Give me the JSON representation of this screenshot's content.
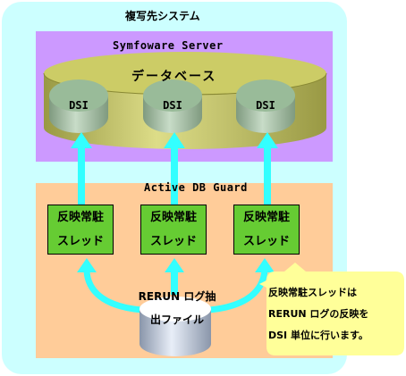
{
  "outer_title": "複写先システム",
  "server_title": "Symfoware Server",
  "database_title": "データベース",
  "dsi_labels": [
    "DSI",
    "DSI",
    "DSI"
  ],
  "guard_title": "Active DB Guard",
  "threads": [
    {
      "line1": "反映常駐",
      "line2": "スレッド"
    },
    {
      "line1": "反映常駐",
      "line2": "スレッド"
    },
    {
      "line1": "反映常駐",
      "line2": "スレッド"
    }
  ],
  "log_file": {
    "line1": "RERUN ログ抽",
    "line2": "出ファイル"
  },
  "callout": {
    "line1": "反映常駐スレッドは",
    "line2": "RERUN ログの反映を",
    "line3": "DSI 単位に行います。"
  },
  "colors": {
    "outer_bg": "#ccffff",
    "server_bg": "#cc99ff",
    "database": "#cccc66",
    "dsi": "#99bb99",
    "guard_bg": "#ffcc99",
    "thread": "#66cc33",
    "arrow": "#33ffff",
    "callout": "#ffff99"
  }
}
